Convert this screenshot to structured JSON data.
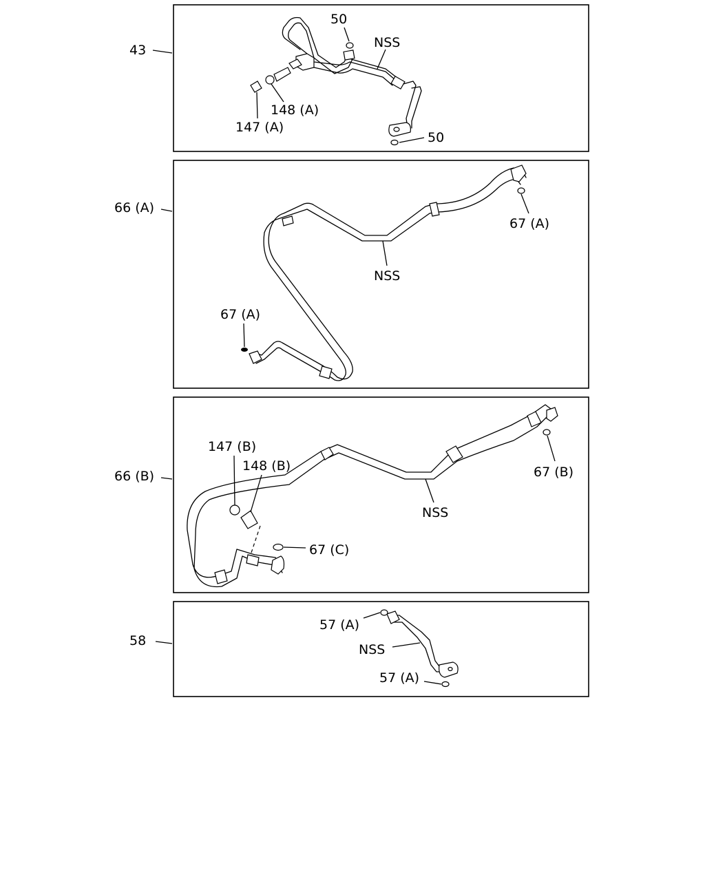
{
  "panels": [
    {
      "id": "43",
      "labels": {
        "part_50_top": "50",
        "nss": "NSS",
        "part_148": "148 (A)",
        "part_147": "147 (A)",
        "part_50_bottom": "50"
      }
    },
    {
      "id": "66 (A)",
      "labels": {
        "part_67_right": "67 (A)",
        "nss": "NSS",
        "part_67_left": "67 (A)"
      }
    },
    {
      "id": "66 (B)",
      "labels": {
        "part_147": "147 (B)",
        "part_148": "148 (B)",
        "part_67_c": "67 (C)",
        "nss": "NSS",
        "part_67_b": "67 (B)"
      }
    },
    {
      "id": "58",
      "labels": {
        "part_57_top": "57 (A)",
        "nss": "NSS",
        "part_57_bottom": "57 (A)"
      }
    }
  ]
}
